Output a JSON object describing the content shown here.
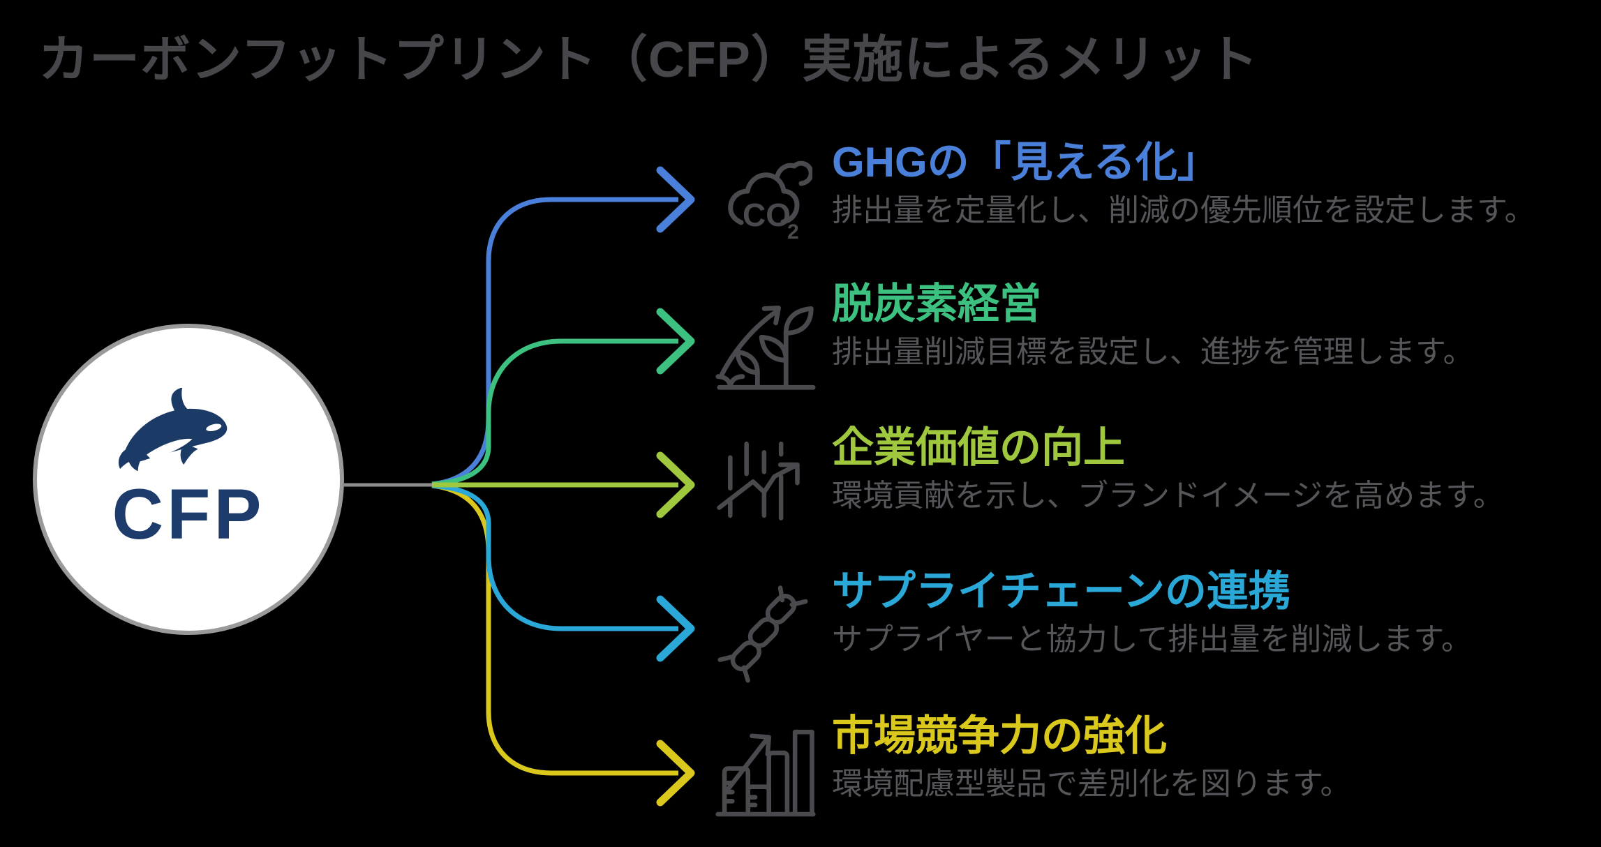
{
  "title": {
    "text": "カーボンフットプリント（CFP）実施によるメリット",
    "color": "#47474b"
  },
  "hub": {
    "label": "CFP",
    "icon": "orca-icon",
    "label_color": "#1d3c6b",
    "circle_fill": "#ffffff",
    "circle_border_color": "#9a9a9a"
  },
  "colors": {
    "background": "#000000",
    "icon_gray": "#4a4a4e",
    "description_gray": "#56565a",
    "trunk_gray": "#8c8c8c"
  },
  "items": [
    {
      "title": "GHGの「見える化」",
      "description": "排出量を定量化し、削減の優先順位を設定します。",
      "accent": "#4a80d9",
      "icon": "co2-cloud-icon"
    },
    {
      "title": "脱炭素経営",
      "description": "排出量削減目標を設定し、進捗を管理します。",
      "accent": "#3cc180",
      "icon": "plant-growth-icon"
    },
    {
      "title": "企業価値の向上",
      "description": "環境貢献を示し、ブランドイメージを高めます。",
      "accent": "#a0c83e",
      "icon": "stock-chart-icon"
    },
    {
      "title": "サプライチェーンの連携",
      "description": "サプライヤーと協力して排出量を削減します。",
      "accent": "#2aa9d8",
      "icon": "chain-icon"
    },
    {
      "title": "市場競争力の強化",
      "description": "環境配慮型製品で差別化を図ります。",
      "accent": "#dac81d",
      "icon": "bar-chart-growth-icon"
    }
  ]
}
